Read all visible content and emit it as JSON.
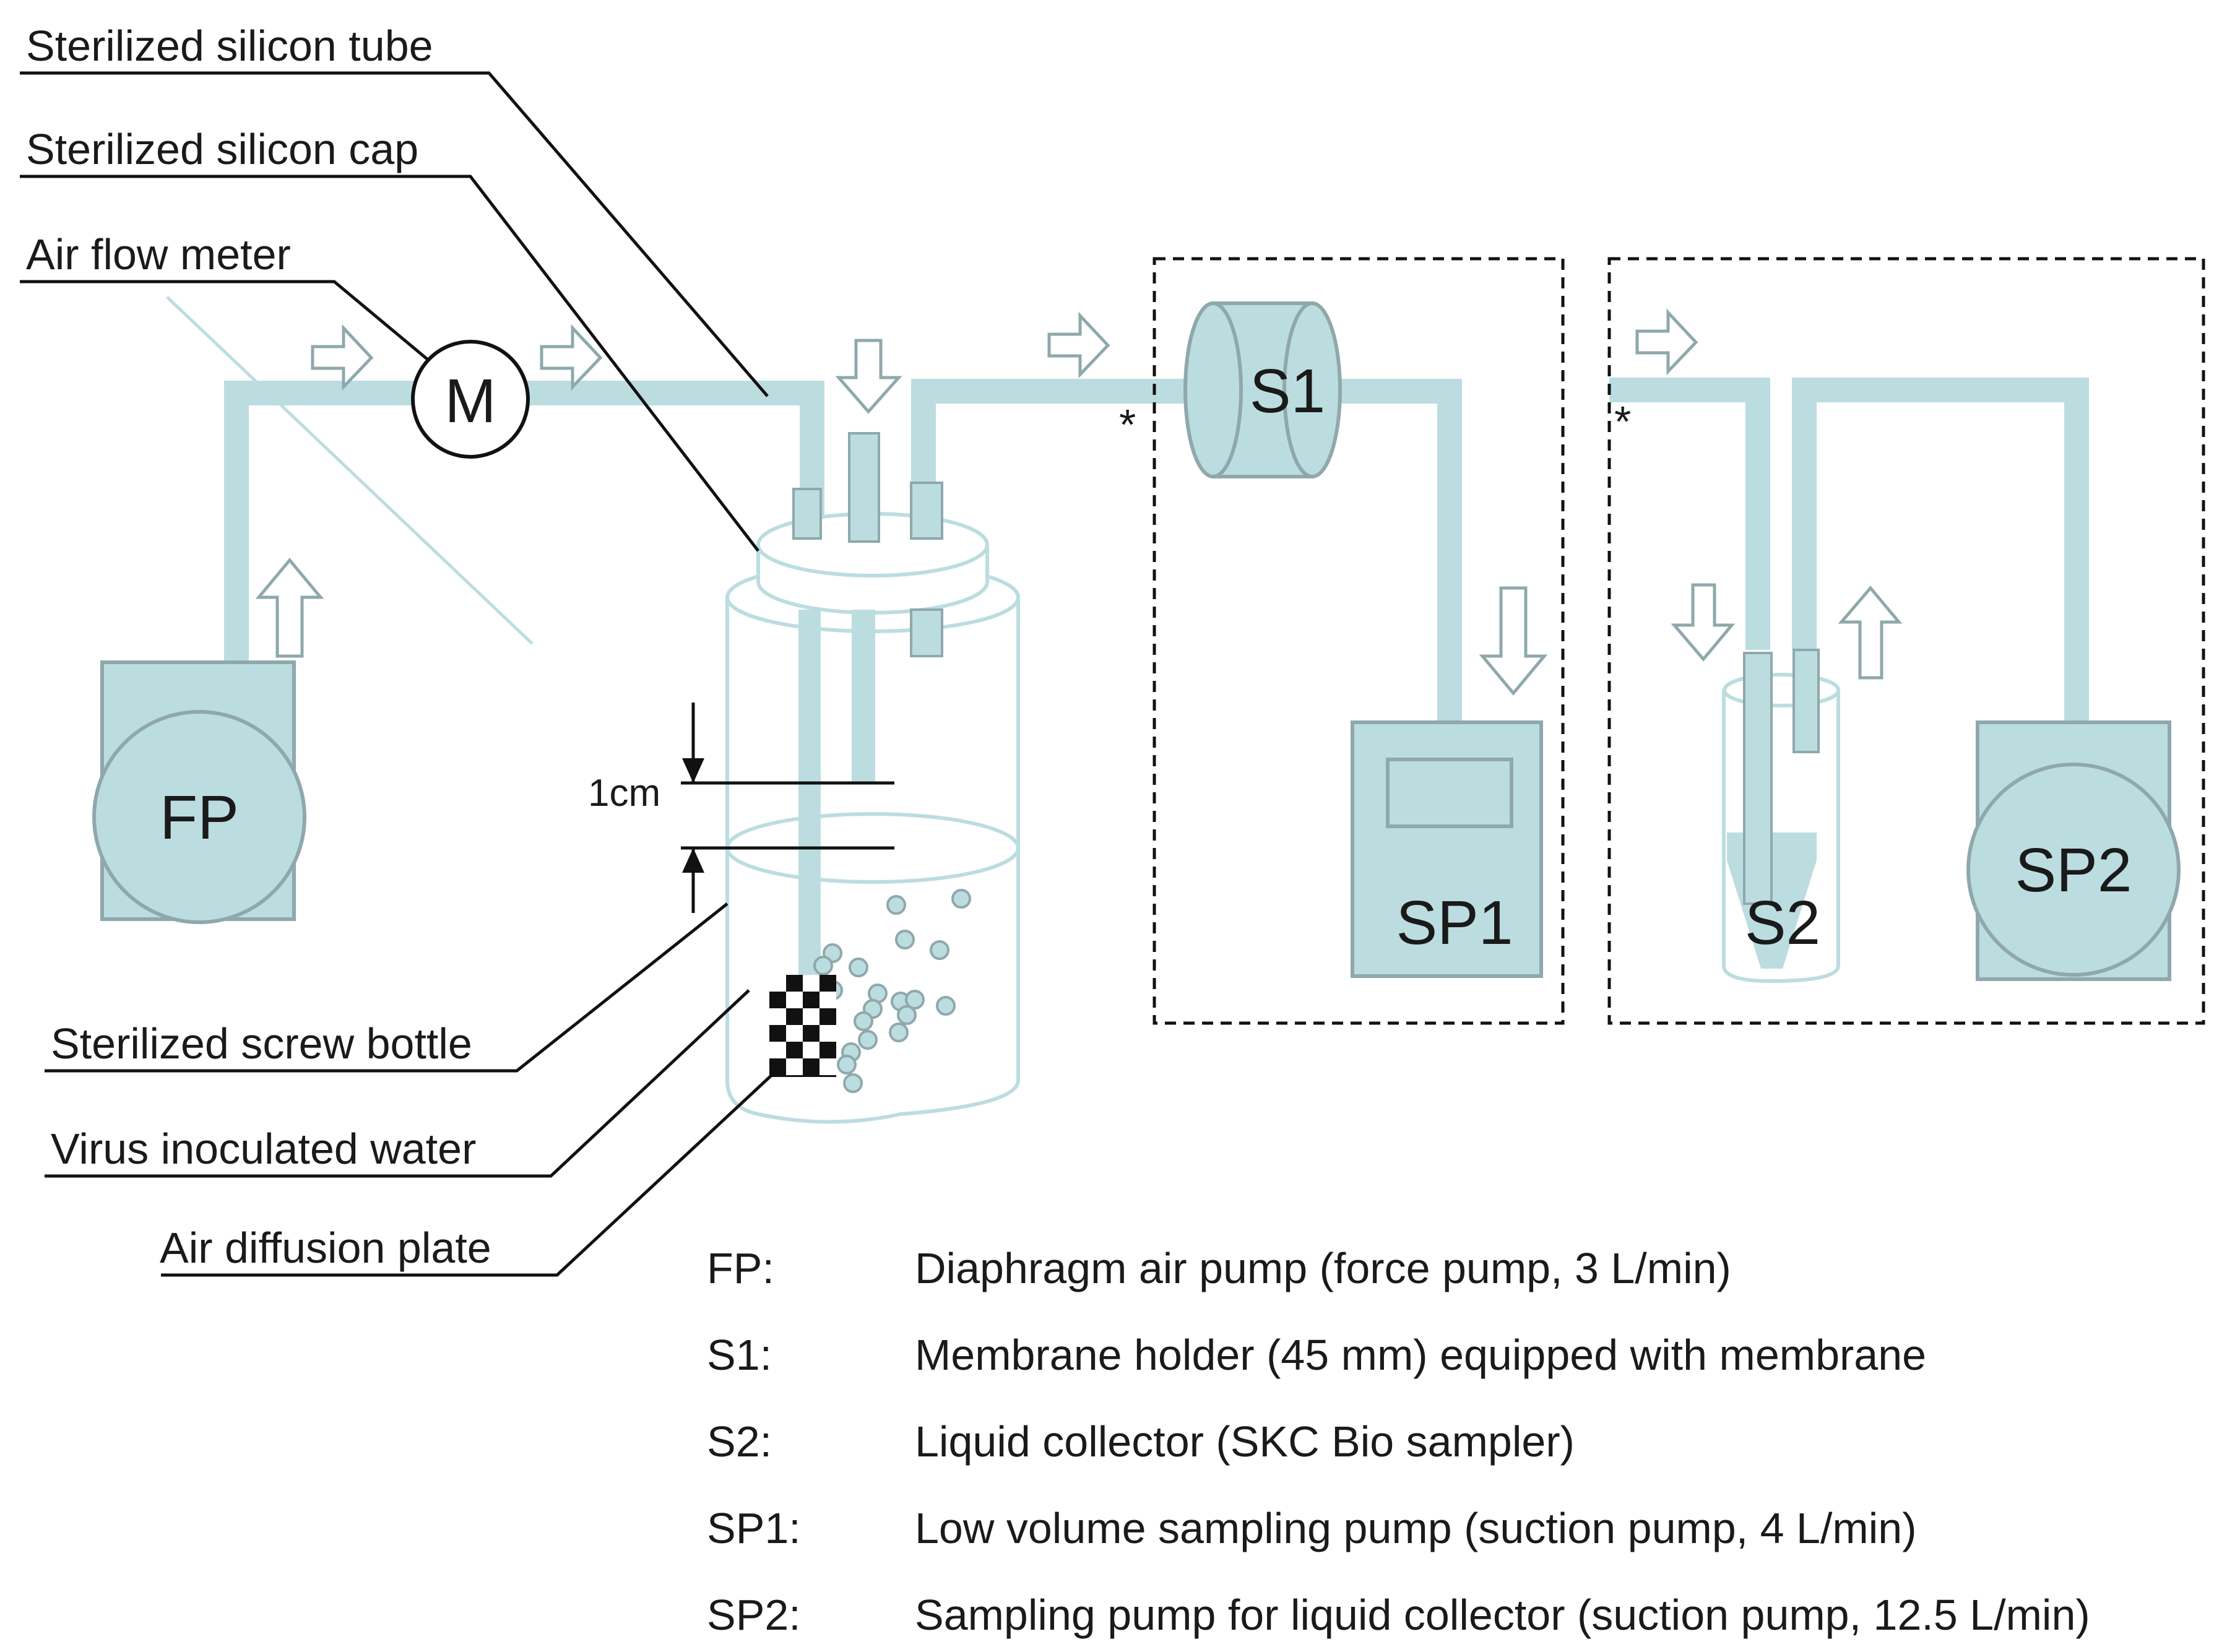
{
  "labels": {
    "tube": "Sterilized silicon tube",
    "cap": "Sterilized silicon cap",
    "meter": "Air flow meter",
    "bottle": "Sterilized screw bottle",
    "water": "Virus inoculated water",
    "plate": "Air diffusion plate",
    "gap": "1cm",
    "asterisk": "*"
  },
  "components": {
    "fp": "FP",
    "meter": "M",
    "s1": "S1",
    "s2": "S2",
    "sp1": "SP1",
    "sp2": "SP2"
  },
  "legend": [
    {
      "key": "FP:",
      "desc": "Diaphragm air pump (force pump, 3 L/min)"
    },
    {
      "key": "S1:",
      "desc": "Membrane holder (45 mm) equipped with membrane"
    },
    {
      "key": "S2:",
      "desc": "Liquid collector (SKC Bio sampler)"
    },
    {
      "key": "SP1:",
      "desc": "Low volume sampling pump (suction pump, 4 L/min)"
    },
    {
      "key": "SP2:",
      "desc": "Sampling pump for liquid collector (suction pump, 12.5 L/min)"
    }
  ],
  "colors": {
    "tube": "#bcdde0",
    "outline": "#8fa8ab",
    "line": "#111111"
  }
}
